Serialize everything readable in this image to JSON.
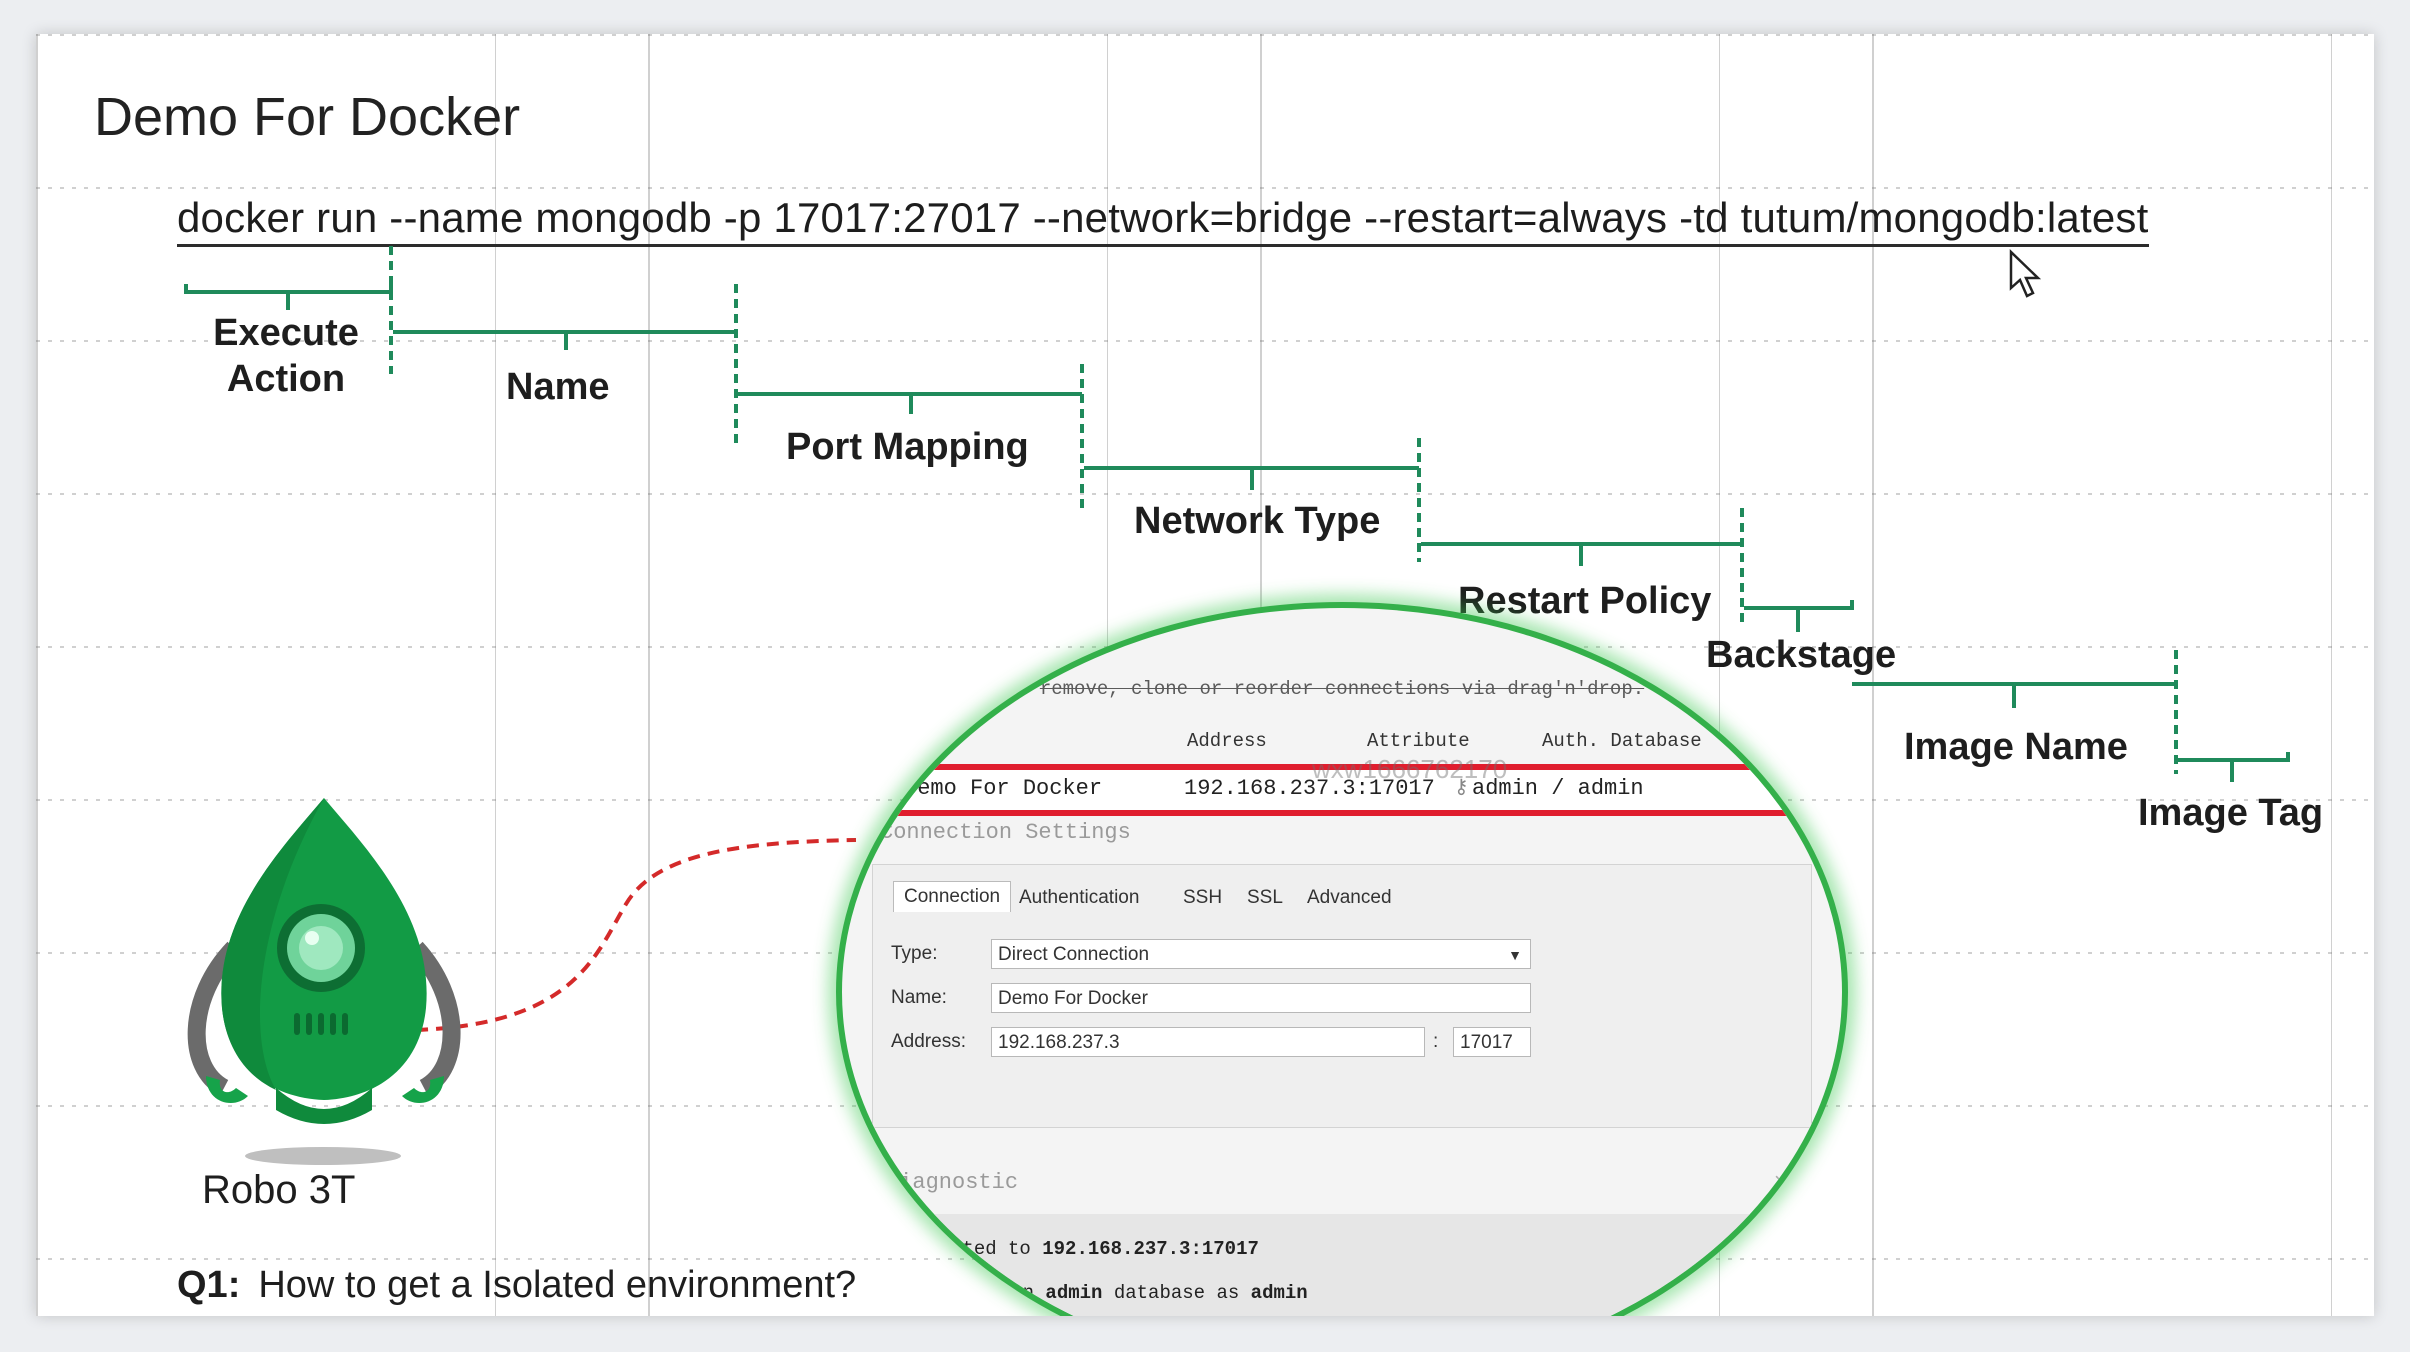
{
  "slide": {
    "title": "Demo For Docker",
    "command": "docker run --name mongodb -p 17017:27017  --network=bridge --restart=always -td tutum/mongodb:latest",
    "labels": {
      "execute_action_line1": "Execute",
      "execute_action_line2": "Action",
      "name": "Name",
      "port_mapping": "Port Mapping",
      "network_type": "Network Type",
      "restart_policy": "Restart Policy",
      "backstage": "Backstage",
      "image_name": "Image Name",
      "image_tag": "Image Tag"
    },
    "robo_label": "Robo 3T",
    "question_prefix": "Q1:",
    "question_text": "How  to get a Isolated environment?"
  },
  "robo3t": {
    "hint": "remove, clone or reorder connections via drag'n'drop.",
    "columns": {
      "address": "Address",
      "attribute": "Attribute",
      "auth_database": "Auth. Database"
    },
    "connection": {
      "name": "Demo For Docker",
      "address": "192.168.237.3:17017",
      "auth": "admin / admin"
    },
    "watermark": "wxw1666762170",
    "settings_title": "Connection Settings",
    "tabs": [
      "Connection",
      "Authentication",
      "SSH",
      "SSL",
      "Advanced"
    ],
    "form": {
      "type_label": "Type:",
      "type_value": "Direct Connection",
      "name_label": "Name:",
      "name_value": "Demo For Docker",
      "address_label": "Address:",
      "address_value": "192.168.237.3",
      "port_sep": ":",
      "port_value": "17017"
    },
    "diagnostic": {
      "title": "Diagnostic",
      "close": "×",
      "line1_prefix": "Connected to ",
      "line1_host": "192.168.237.3:17017",
      "line2_prefix": "horized on ",
      "line2_db": "admin",
      "line2_mid": " database as ",
      "line2_user": "admin"
    }
  },
  "colors": {
    "bracket_green": "#1f8a5b",
    "lens_green": "#34b04a",
    "robot_green": "#16a34a",
    "highlight_red": "#e01e2e",
    "dash_red": "#d42a2a"
  }
}
